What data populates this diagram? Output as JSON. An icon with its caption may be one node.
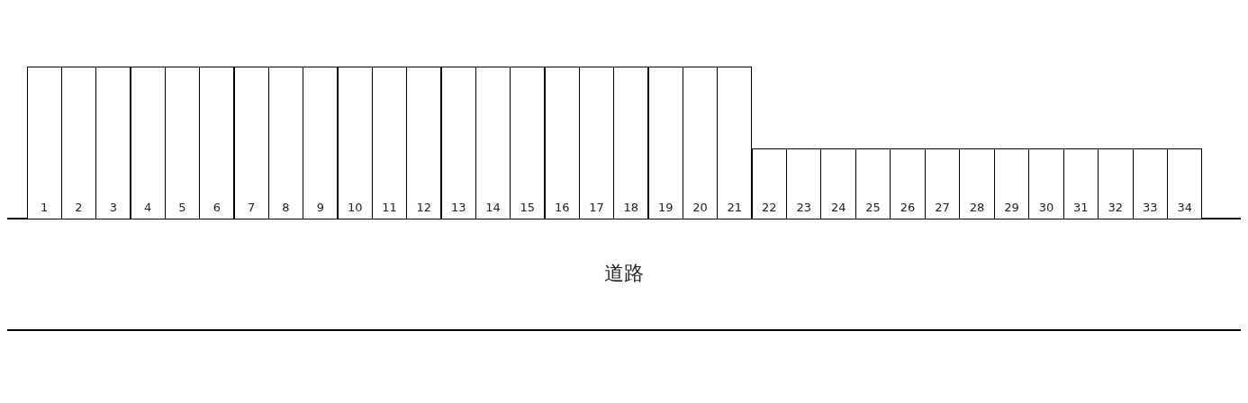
{
  "diagram": {
    "nodes": [
      {
        "text": [
          "1"
        ]
      },
      {
        "text": [
          "2"
        ]
      },
      {
        "text": [
          "3"
        ]
      },
      {
        "text": [
          "4"
        ]
      },
      {
        "text": [
          "5"
        ]
      },
      {
        "text": [
          "6"
        ]
      },
      {
        "text": [
          "7"
        ]
      },
      {
        "text": [
          "8"
        ]
      },
      {
        "text": [
          "9"
        ]
      },
      {
        "text": [
          "10"
        ]
      },
      {
        "text": [
          "11"
        ]
      },
      {
        "text": [
          "12"
        ]
      },
      {
        "text": [
          "13"
        ]
      },
      {
        "text": [
          "14"
        ]
      },
      {
        "text": [
          "15"
        ]
      },
      {
        "text": [
          "16"
        ]
      },
      {
        "text": [
          "17"
        ]
      },
      {
        "text": [
          "18"
        ]
      },
      {
        "text": [
          "19"
        ]
      },
      {
        "text": [
          "20"
        ]
      },
      {
        "text": [
          "21"
        ]
      },
      {
        "text": [
          "22"
        ]
      },
      {
        "text": [
          "23"
        ]
      },
      {
        "text": [
          "24"
        ]
      },
      {
        "text": [
          "25"
        ]
      },
      {
        "text": [
          "26"
        ]
      },
      {
        "text": [
          "27"
        ]
      },
      {
        "text": [
          "28"
        ]
      },
      {
        "text": [
          "29"
        ]
      },
      {
        "text": [
          "30"
        ]
      },
      {
        "text": [
          "31"
        ]
      },
      {
        "text": [
          "32"
        ]
      },
      {
        "text": [
          "33"
        ]
      },
      {
        "text": [
          "34"
        ]
      }
    ],
    "labels": [
      "道路"
    ]
  }
}
